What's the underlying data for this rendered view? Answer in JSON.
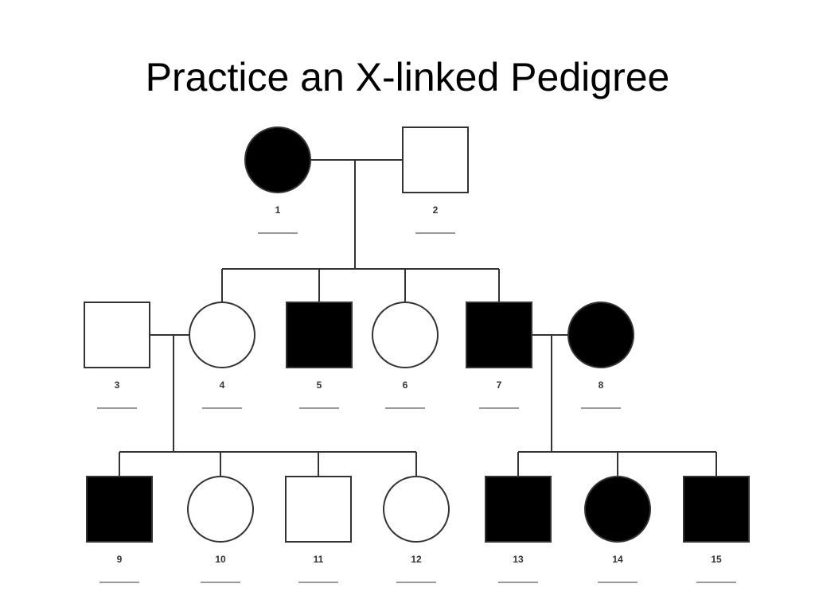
{
  "slide": {
    "title": "Practice an X-linked Pedigree"
  },
  "colors": {
    "affected": "#000000",
    "unaffected": "#ffffff",
    "stroke": "#333333",
    "answer_blank": "#999999"
  },
  "pedigree": {
    "individuals": [
      {
        "id": "1",
        "sex": "female",
        "affected": true
      },
      {
        "id": "2",
        "sex": "male",
        "affected": false
      },
      {
        "id": "3",
        "sex": "male",
        "affected": false
      },
      {
        "id": "4",
        "sex": "female",
        "affected": false
      },
      {
        "id": "5",
        "sex": "male",
        "affected": true
      },
      {
        "id": "6",
        "sex": "female",
        "affected": false
      },
      {
        "id": "7",
        "sex": "male",
        "affected": true
      },
      {
        "id": "8",
        "sex": "female",
        "affected": true
      },
      {
        "id": "9",
        "sex": "male",
        "affected": true
      },
      {
        "id": "10",
        "sex": "female",
        "affected": false
      },
      {
        "id": "11",
        "sex": "male",
        "affected": false
      },
      {
        "id": "12",
        "sex": "female",
        "affected": false
      },
      {
        "id": "13",
        "sex": "male",
        "affected": true
      },
      {
        "id": "14",
        "sex": "female",
        "affected": true
      },
      {
        "id": "15",
        "sex": "male",
        "affected": true
      }
    ],
    "matings": [
      {
        "partners": [
          "1",
          "2"
        ],
        "children": [
          "4",
          "5",
          "6",
          "7"
        ]
      },
      {
        "partners": [
          "3",
          "4"
        ],
        "children": [
          "9",
          "10",
          "11",
          "12"
        ]
      },
      {
        "partners": [
          "7",
          "8"
        ],
        "children": [
          "13",
          "14",
          "15"
        ]
      }
    ]
  }
}
